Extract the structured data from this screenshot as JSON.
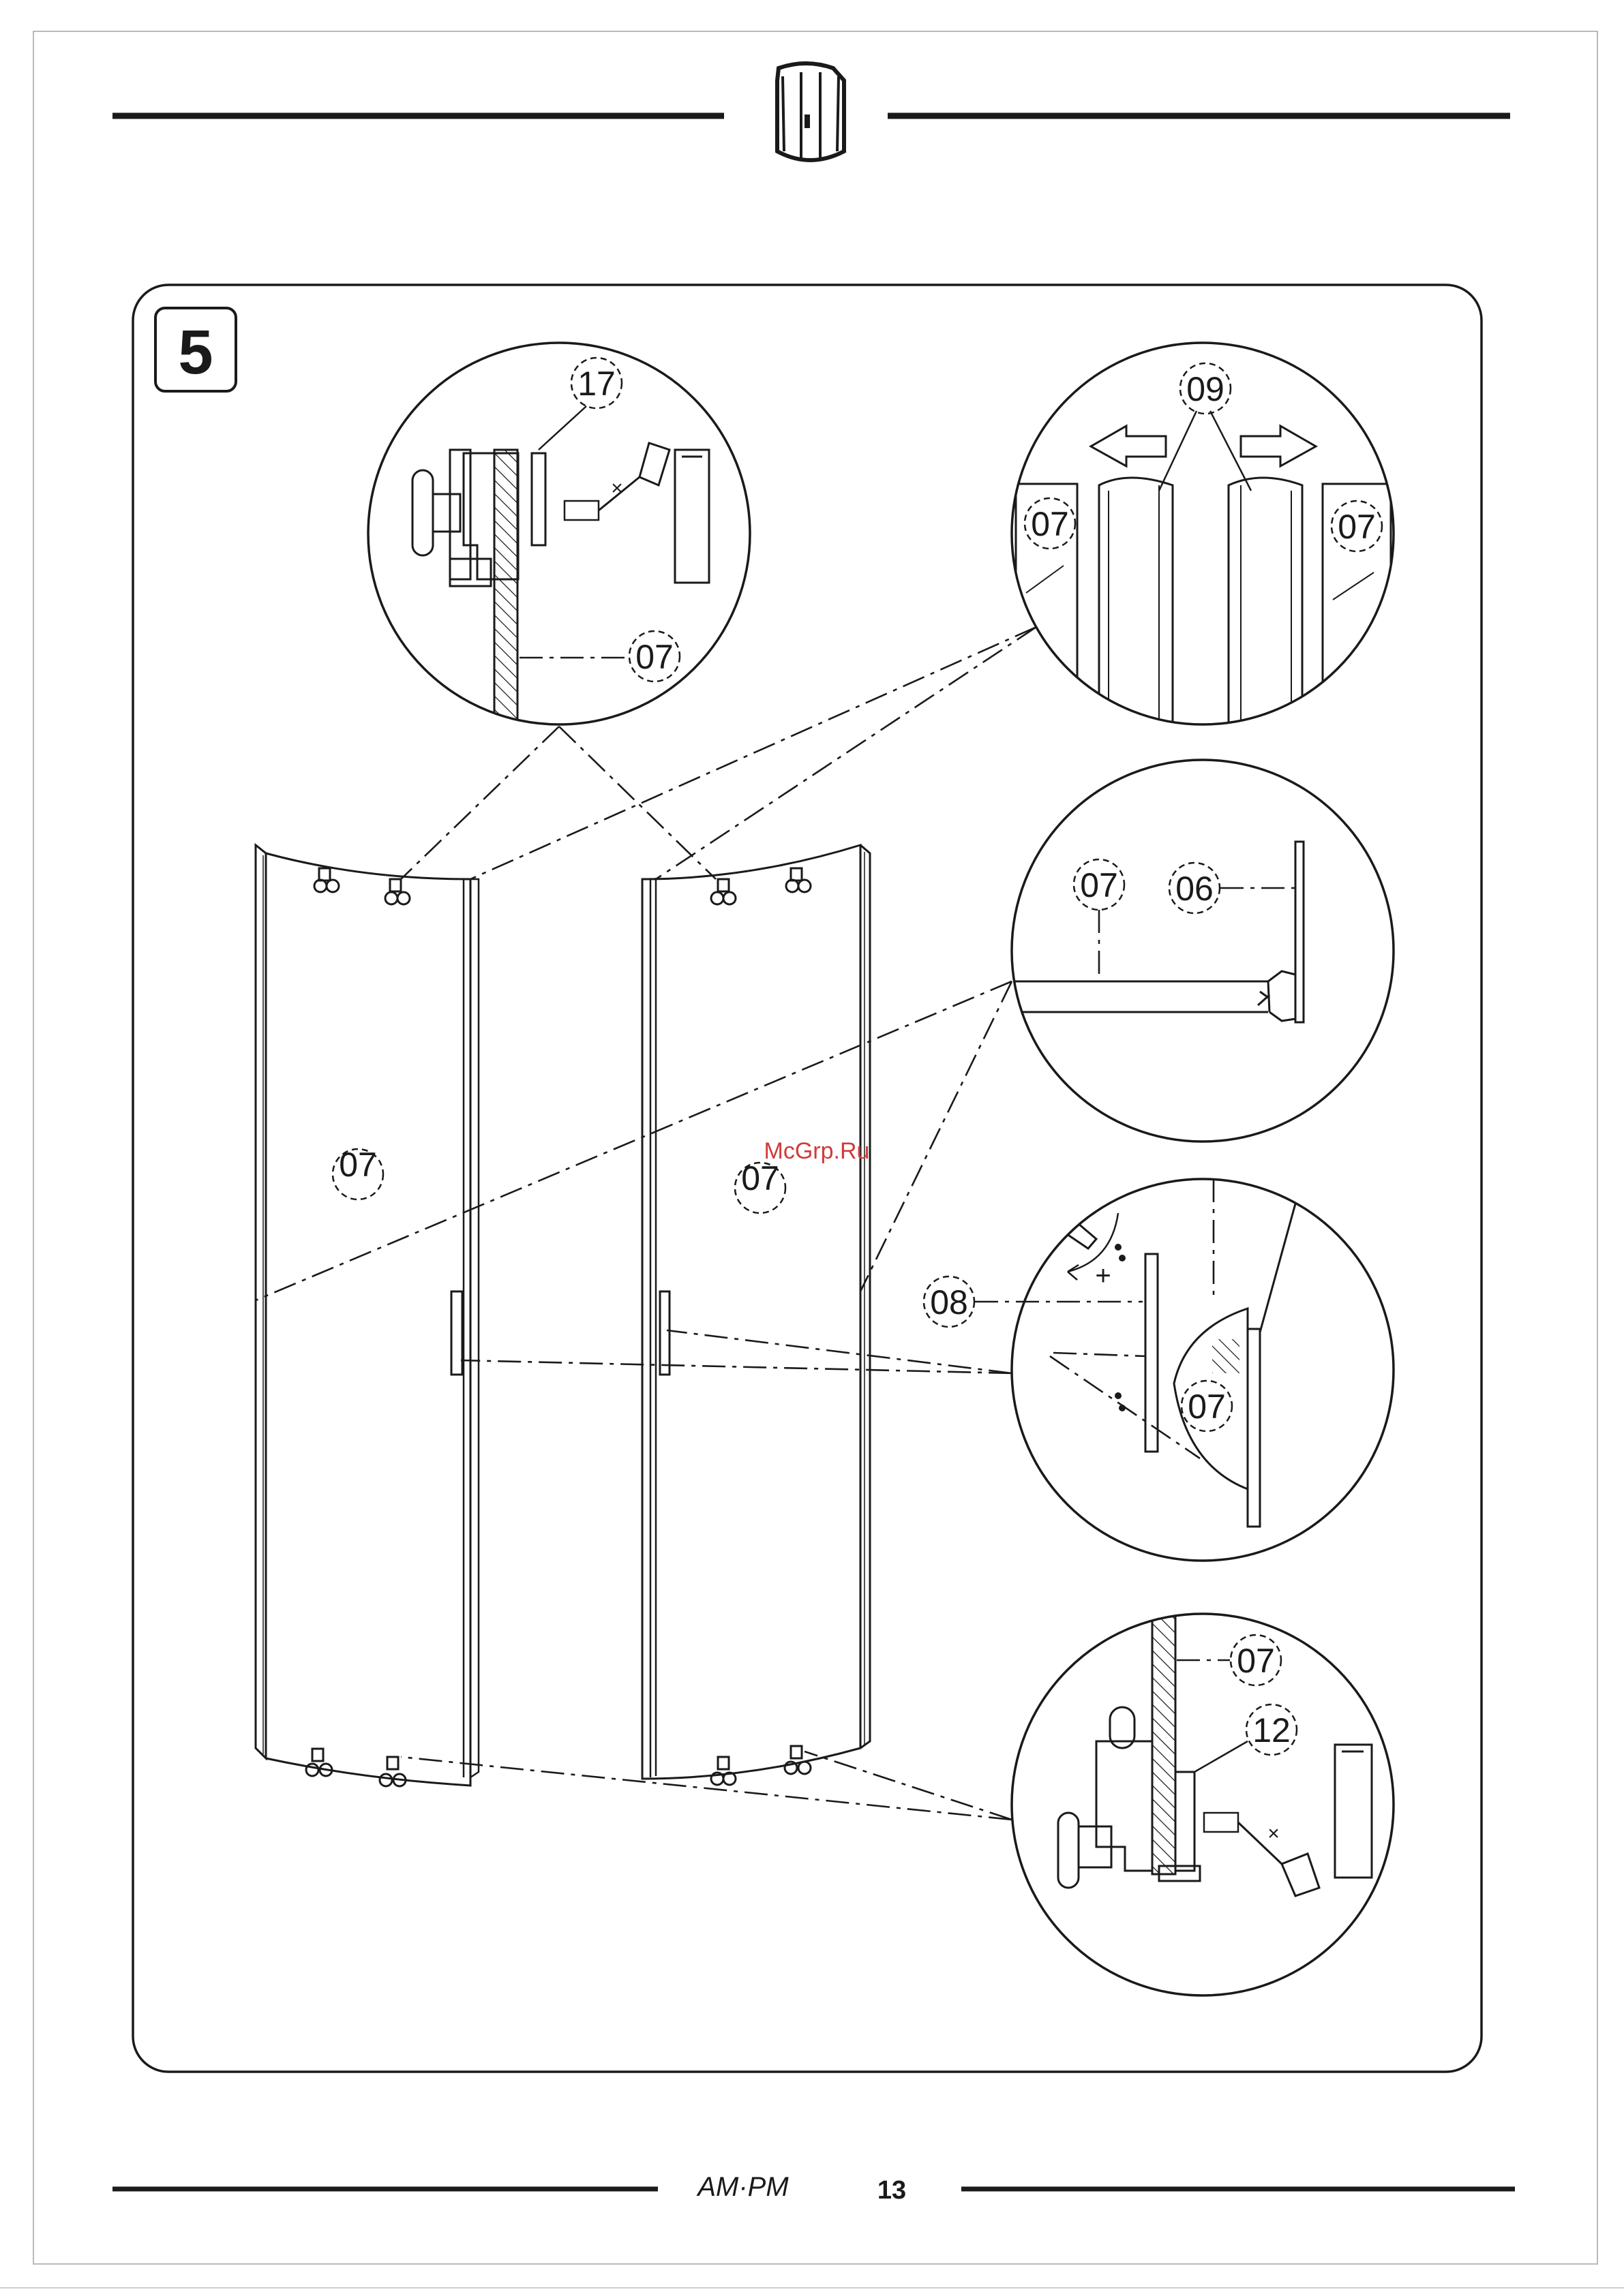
{
  "step": {
    "number": "5"
  },
  "labels": {
    "door_left": "07",
    "door_right": "07",
    "detail_top_left_part": "17",
    "detail_top_left_glass": "07",
    "detail_top_right_part": "09",
    "detail_top_right_glass_left": "07",
    "detail_top_right_glass_right": "07",
    "detail_mid_glass": "07",
    "detail_mid_profile": "06",
    "detail_handle_part": "08",
    "detail_handle_glass": "07",
    "detail_bottom_glass": "07",
    "detail_bottom_part": "12"
  },
  "watermark": "McGrp.Ru",
  "footer": {
    "brand": "AM·PM",
    "page_number": "13"
  },
  "colors": {
    "line": "#1a1a1a",
    "watermark": "#d23a3a",
    "frame": "#b9b9b9"
  },
  "icons": {
    "header": "shower-enclosure-icon",
    "direction_left": "arrow-left-icon",
    "direction_right": "arrow-right-icon"
  }
}
